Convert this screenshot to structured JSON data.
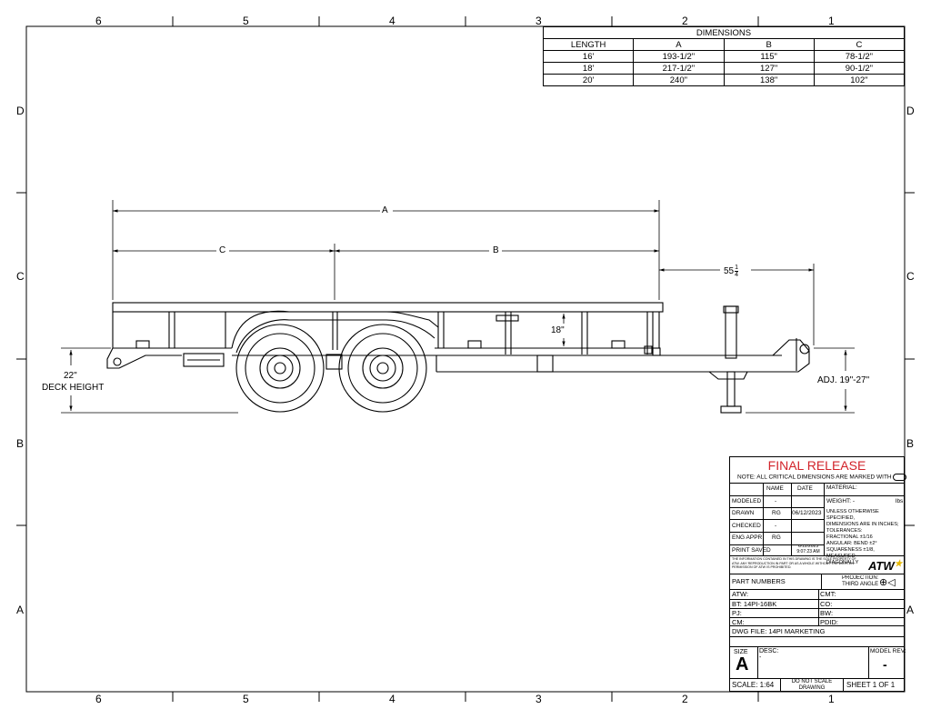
{
  "zones_top": [
    "6",
    "5",
    "4",
    "3",
    "2",
    "1"
  ],
  "zones_side": [
    "D",
    "C",
    "B",
    "A"
  ],
  "dimension_table": {
    "title": "DIMENSIONS",
    "headers": [
      "LENGTH",
      "A",
      "B",
      "C"
    ],
    "rows": [
      [
        "16'",
        "193-1/2\"",
        "115\"",
        "78-1/2\""
      ],
      [
        "18'",
        "217-1/2\"",
        "127\"",
        "90-1/2\""
      ],
      [
        "20'",
        "240\"",
        "138\"",
        "102\""
      ]
    ]
  },
  "drawing": {
    "dim_a": "A",
    "dim_b": "B",
    "dim_c": "C",
    "dim_tongue_whole": "55",
    "dim_tongue_num": "1",
    "dim_tongue_den": "4",
    "rail_height": "18\"",
    "deck_height_value": "22\"",
    "deck_height_label": "DECK HEIGHT",
    "coupler_height": "ADJ. 19\"-27\""
  },
  "title_block": {
    "status": "FINAL RELEASE",
    "note": "NOTE: ALL CRITICAL DIMENSIONS ARE MARKED WITH",
    "col_name": "NAME",
    "col_date": "DATE",
    "material_label": "MATERIAL:",
    "weight_label": "WEIGHT: -",
    "weight_unit": "lbs",
    "rows": [
      {
        "label": "MODELED",
        "name": "-",
        "date": ""
      },
      {
        "label": "DRAWN",
        "name": "RG",
        "date": "06/12/2023"
      },
      {
        "label": "CHECKED",
        "name": "-",
        "date": ""
      },
      {
        "label": "ENG APPR",
        "name": "RG",
        "date": ""
      },
      {
        "label": "PRINT SAVED",
        "name": "",
        "date": "6/12/2023 9:07:23 AM"
      }
    ],
    "tolerances": [
      "UNLESS OTHERWISE SPECIFIED,",
      "DIMENSIONS ARE IN INCHES;",
      "TOLERANCES:",
      "FRACTIONAL ±1/16",
      "ANGULAR: BEND ±2°",
      "SQUARENESS ±1/8, MEASURED",
      "DIAGONALLY"
    ],
    "proprietary": [
      "THE INFORMATION CONTAINED IN THIS DRAWING IS THE SOLE PROPERTY OF",
      "ATW. ANY REPRODUCTION IN PART OR AS A WHOLE WITHOUT THE WRITTEN",
      "PERMISSION OF ATW IS PROHIBITED."
    ],
    "logo_text": "ATW",
    "part_numbers_label": "PART NUMBERS",
    "projection": [
      "PROJECTION:",
      "THIRD ANGLE"
    ],
    "pn_left": [
      "ATW:",
      "BT: 14PI-16BK",
      "PJ:",
      "CM:"
    ],
    "pn_right": [
      "CMT:",
      "CO:",
      "BW:",
      "PDID:"
    ],
    "dwg_file": "DWG FILE: 14PI MARKETING",
    "size_label": "SIZE",
    "size_value": "A",
    "desc_label": "DESC:",
    "desc_value": "-",
    "model_rev_label": "MODEL REV:",
    "model_rev_value": "-",
    "scale": "SCALE: 1:64",
    "do_not_scale": [
      "DO NOT SCALE",
      "DRAWING"
    ],
    "sheet": "SHEET 1 OF 1"
  }
}
